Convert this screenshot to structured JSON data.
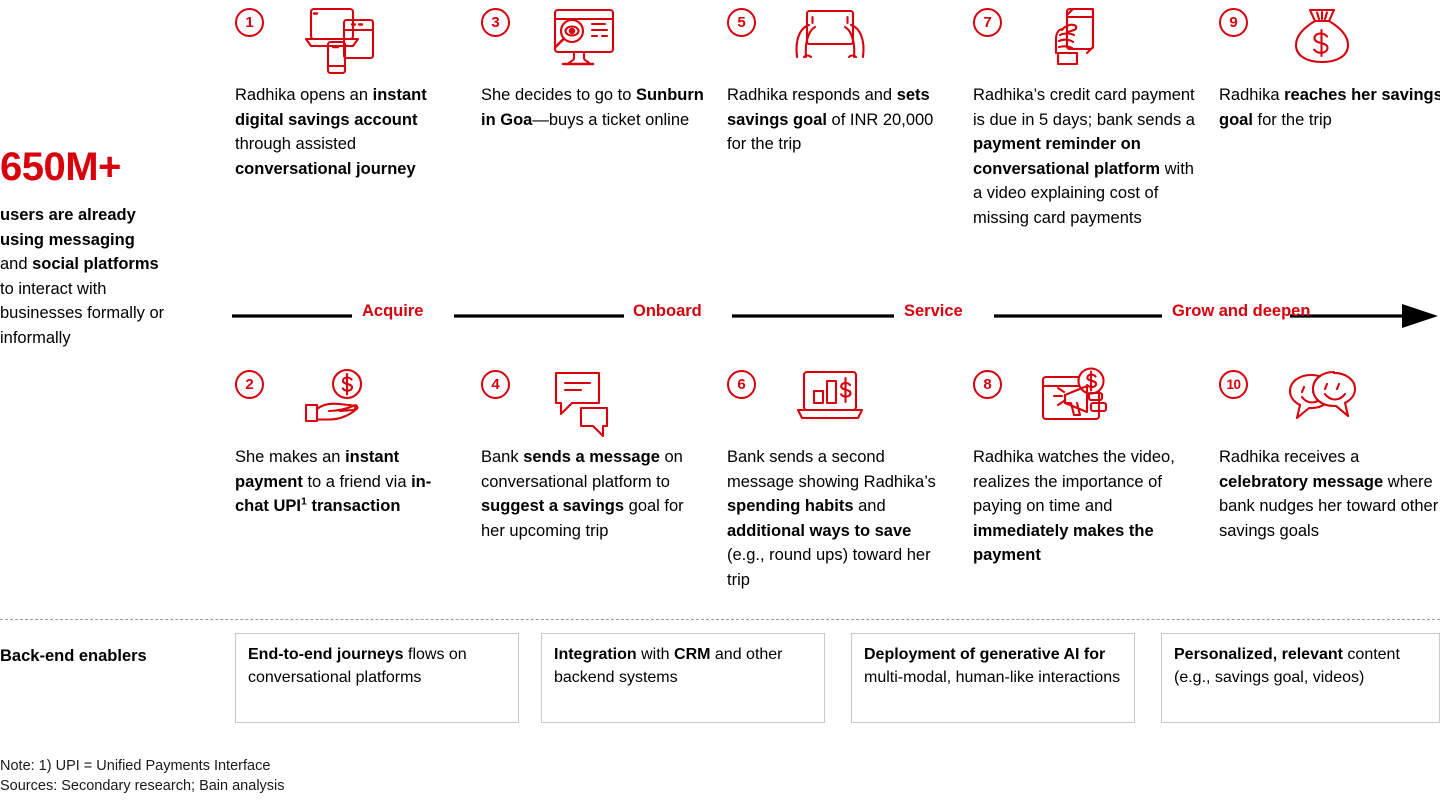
{
  "stat": {
    "value": "650M+",
    "description_html": "<b>users are already using messaging</b> and <b>social platforms</b> to interact with businesses formally or informally"
  },
  "colors": {
    "accent_red": "#d8000c",
    "text_black": "#000000",
    "box_border": "#c8c8c8",
    "divider": "#9a9a9a"
  },
  "stages": [
    {
      "label": "Acquire"
    },
    {
      "label": "Onboard"
    },
    {
      "label": "Service"
    },
    {
      "label": "Grow and deepen"
    }
  ],
  "steps_top": [
    {
      "number": "1",
      "icon": "devices-laptop-tablet-phone-icon",
      "text_html": "Radhika opens an <b>instant digital savings account</b> through assisted <b>conversational journey</b>"
    },
    {
      "number": "3",
      "icon": "monitor-search-magnifier-icon",
      "text_html": "She decides to go to <b>Sunburn in Goa</b>—buys a ticket online"
    },
    {
      "number": "5",
      "icon": "hands-holding-tablet-icon",
      "text_html": "Radhika responds and <b>sets savings goal</b> of INR 20,000 for the trip"
    },
    {
      "number": "7",
      "icon": "hand-holding-credit-card-icon",
      "text_html": "Radhika’s credit card payment is due in 5 days; bank sends a <b>payment reminder on conversational platform</b> with a video explaining cost of missing card payments"
    },
    {
      "number": "9",
      "icon": "money-bag-dollar-icon",
      "text_html": "Radhika <b>reaches her savings goal</b> for the trip"
    }
  ],
  "steps_bottom": [
    {
      "number": "2",
      "icon": "hand-receiving-dollar-coin-icon",
      "text_html": "She makes an <b>instant payment</b> to a friend via <b>in-chat UPI<sup>1</sup> transaction</b>"
    },
    {
      "number": "4",
      "icon": "chat-bubbles-message-icon",
      "text_html": "Bank <b>sends a message</b> on conversational platform to <b>suggest a savings</b> goal for her upcoming trip"
    },
    {
      "number": "6",
      "icon": "laptop-bar-chart-dollar-icon",
      "text_html": "Bank sends a second message showing Radhika’s <b>spending habits</b> and <b>additional ways to save</b> (e.g., round ups) toward her trip"
    },
    {
      "number": "8",
      "icon": "video-megaphone-dollar-icon",
      "text_html": "Radhika watches the video, realizes the importance of paying on time and <b>immediately makes the payment</b>"
    },
    {
      "number": "10",
      "icon": "two-smiling-chat-bubbles-icon",
      "text_html": "Radhika receives a <b>celebratory message</b> where bank nudges her toward other savings goals"
    }
  ],
  "enablers": {
    "label": "Back-end enablers",
    "items": [
      {
        "text_html": "<b>End-to-end journeys</b> flows on conversational platforms"
      },
      {
        "text_html": "<b>Integration</b> with <b>CRM</b> and other backend systems"
      },
      {
        "text_html": "<b>Deployment of generative AI for</b> multi-modal, human-like interactions"
      },
      {
        "text_html": "<b>Personalized, relevant</b> content (e.g., savings goal, videos)"
      }
    ]
  },
  "footnotes": {
    "note": "Note: 1) UPI = Unified Payments Interface",
    "sources": "Sources: Secondary research; Bain analysis"
  }
}
